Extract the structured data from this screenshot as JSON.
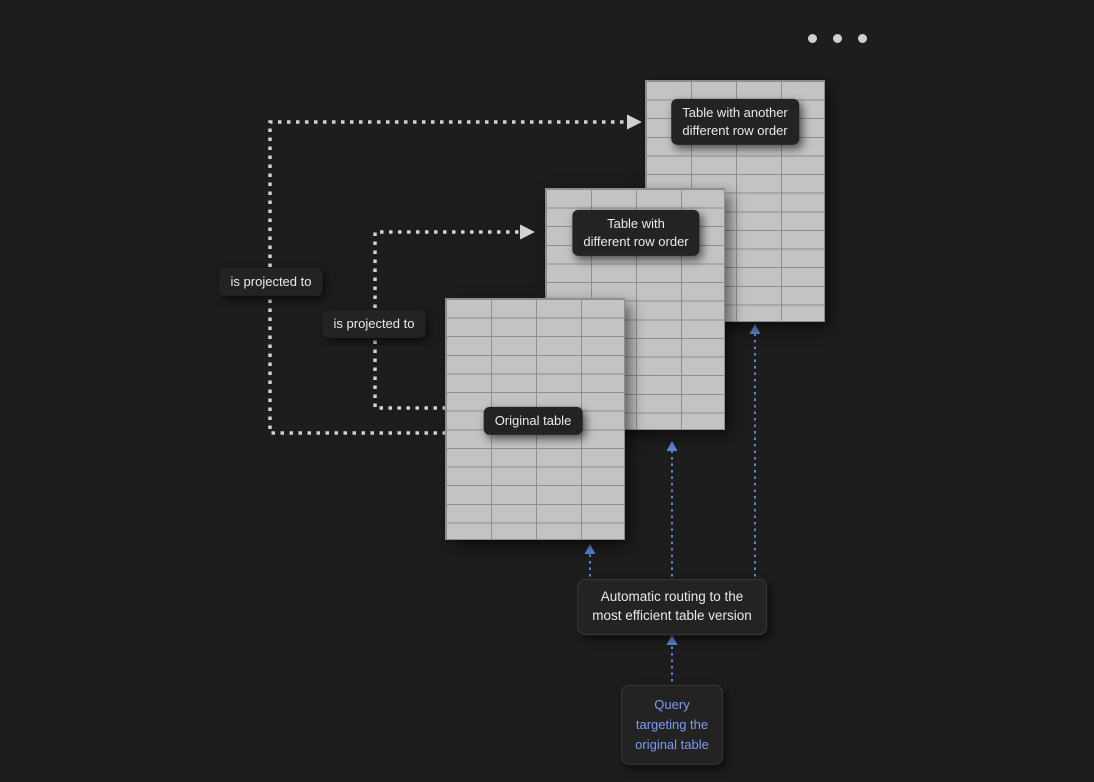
{
  "window": {
    "overflow_dots_count": 3
  },
  "diagram": {
    "tables": [
      {
        "id": "original",
        "label": "Original table",
        "columns": 4,
        "rows": 13
      },
      {
        "id": "different_row_order",
        "label": "Table with\ndifferent row order",
        "columns": 4,
        "rows": 13
      },
      {
        "id": "another_different_row_order",
        "label": "Table with another\ndifferent row order",
        "columns": 4,
        "rows": 13
      }
    ],
    "edges": {
      "projection_outer_label": "is projected to",
      "projection_inner_label": "is projected to",
      "routing_label": "Automatic routing to the\nmost efficient table version",
      "query_label": "Query\ntargeting the\noriginal table"
    },
    "colors": {
      "background": "#1d1d1d",
      "table_fill": "#c3c3c3",
      "table_line": "#8e8e8e",
      "label_bg": "#232323",
      "label_text": "#e9e9e9",
      "query_text": "#7d9bef",
      "arrow_white": "#d2d2d2",
      "arrow_blue": "#5d84d6",
      "dot_color": "#ccd1d5"
    }
  }
}
